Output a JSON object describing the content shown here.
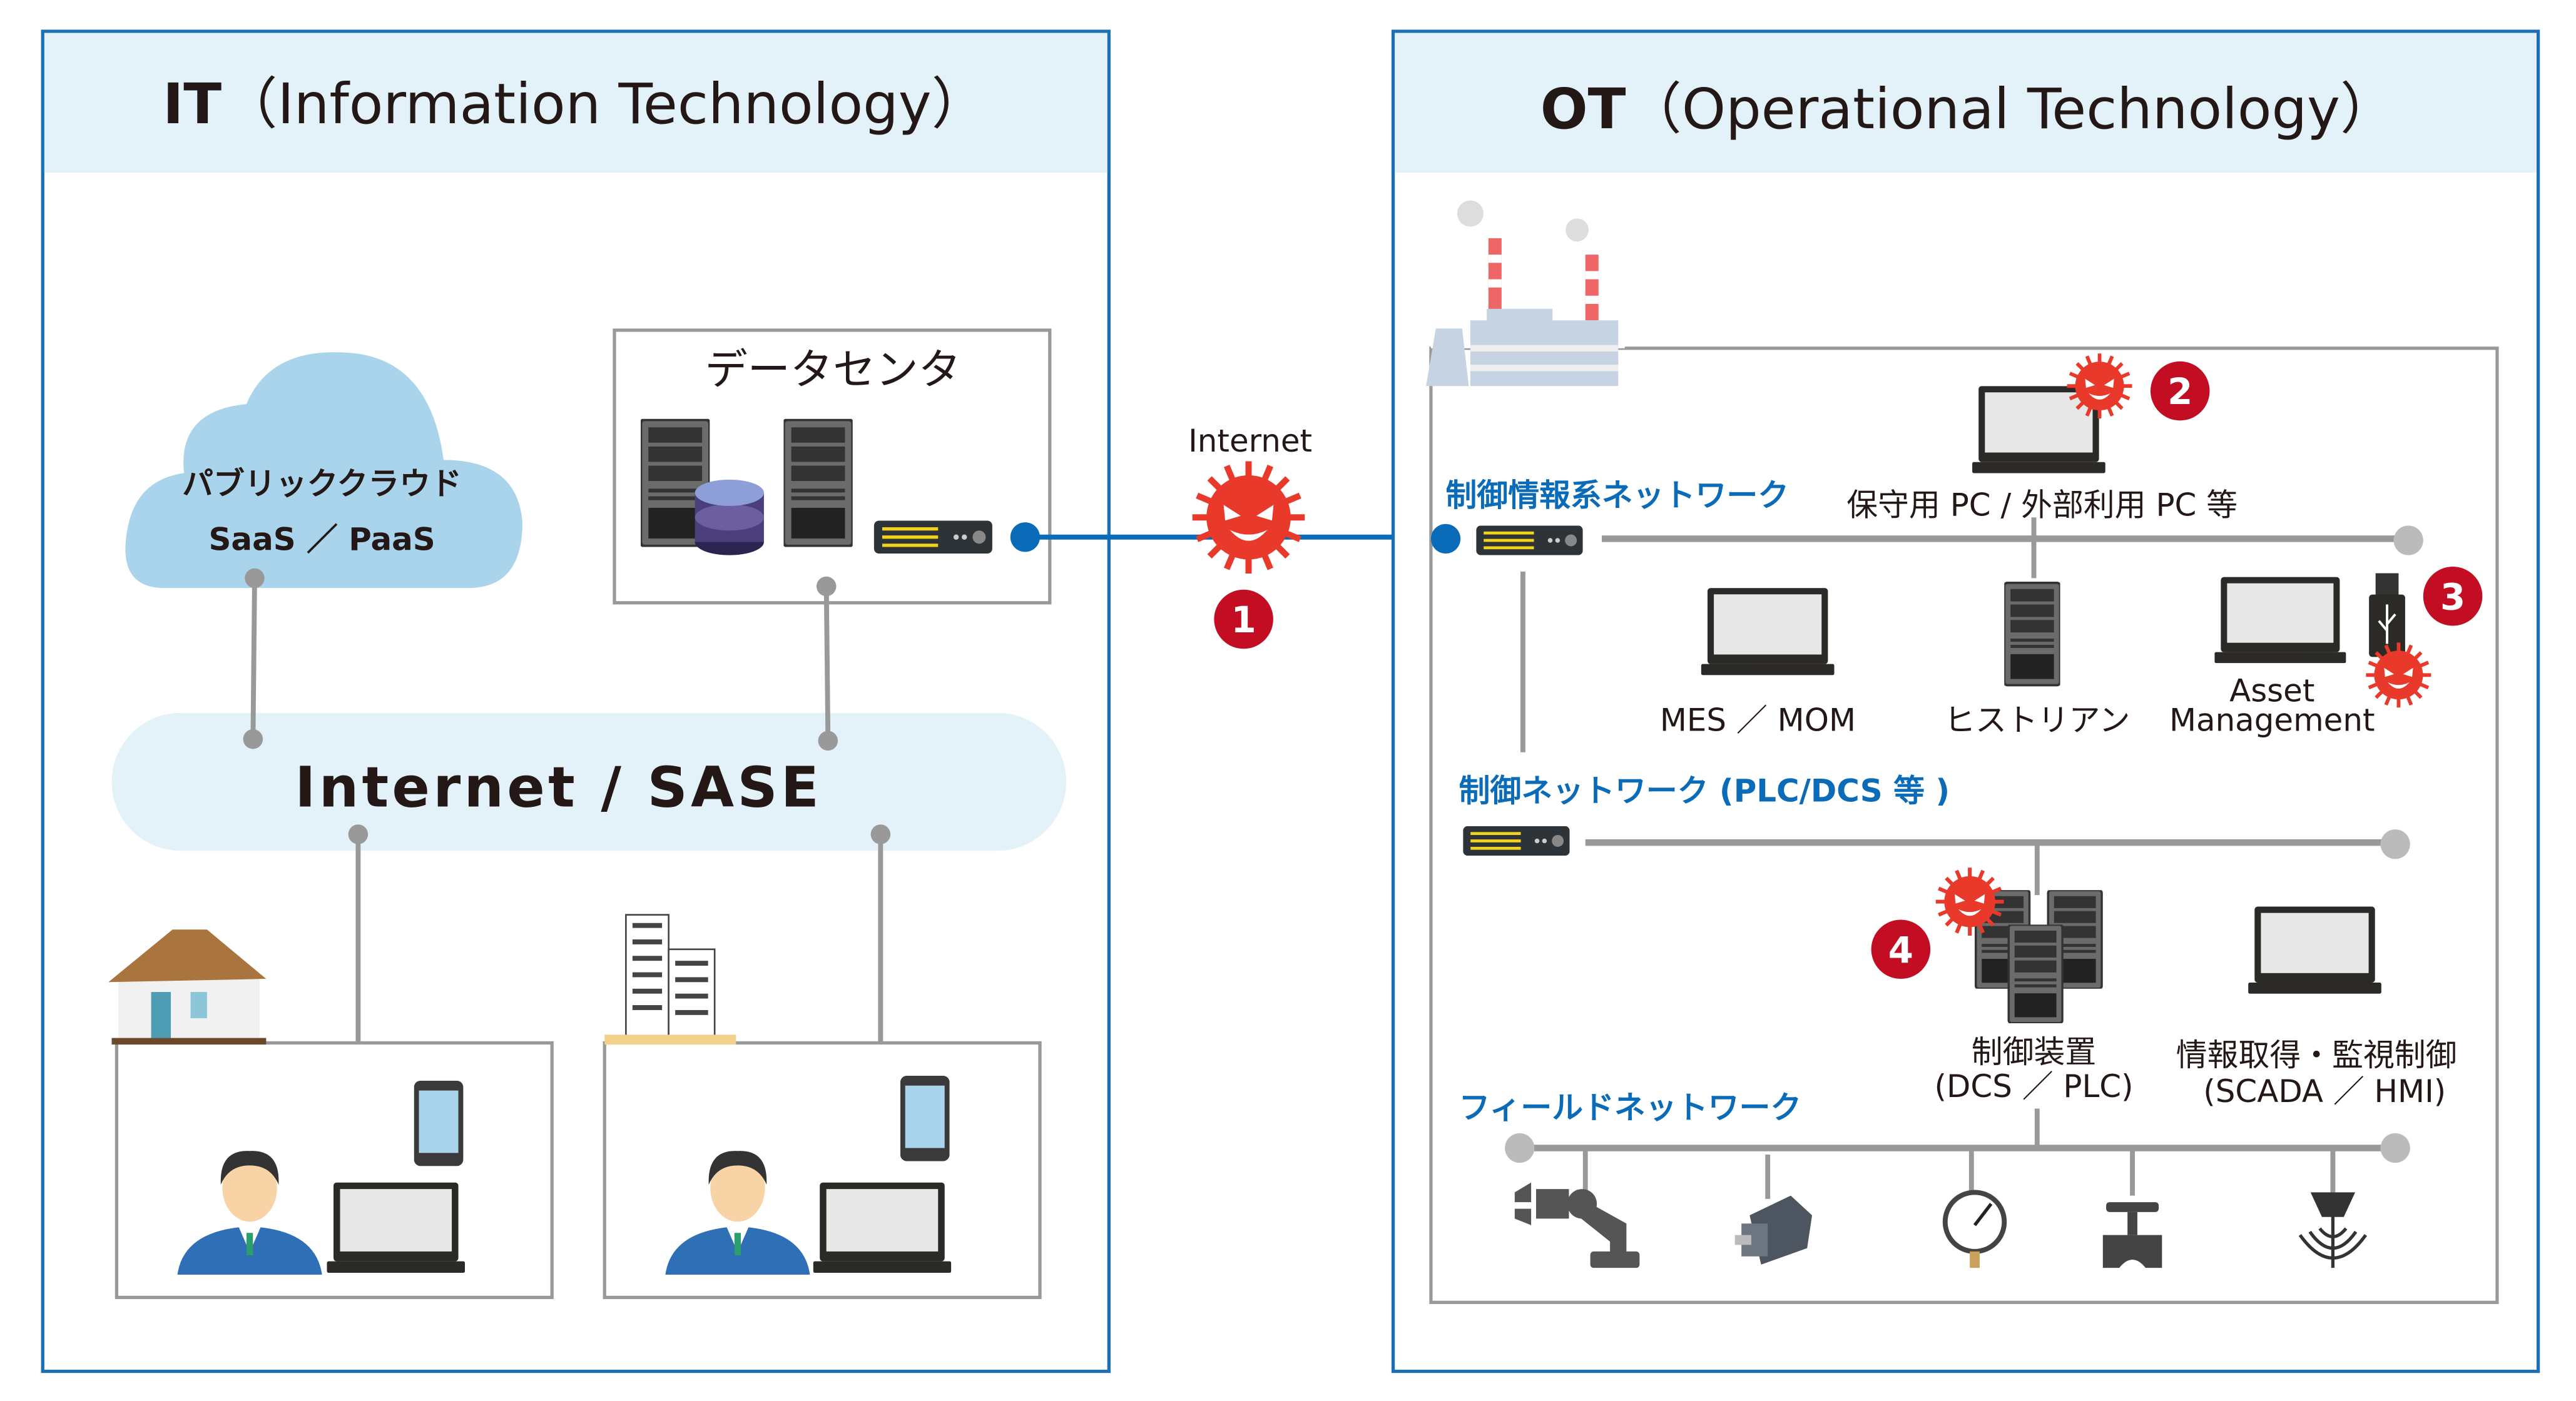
{
  "colors": {
    "panel_border": "#1a6fb5",
    "header_bg": "#e3f1f8",
    "network_blue": "#0a6bb8",
    "threat_red": "#e8392a",
    "badge_red": "#c30d23",
    "line_gray": "#999999"
  },
  "it": {
    "title_bold": "IT",
    "title_rest": "（Information Technology）",
    "cloud": {
      "line1": "パブリッククラウド",
      "line2": "SaaS ／ PaaS"
    },
    "datacenter": {
      "title": "データセンタ"
    },
    "internet_sase": "Internet / SASE"
  },
  "internet": {
    "label": "Internet",
    "badge": "1"
  },
  "ot": {
    "title_bold": "OT",
    "title_rest": "（Operational Technology）",
    "info_network": {
      "label": "制御情報系ネットワーク",
      "maintenance_pc": "保守用 PC / 外部利用 PC 等",
      "badge": "2",
      "mes": "MES ／ MOM",
      "historian": "ヒストリアン",
      "asset_line1": "Asset",
      "asset_line2": "Management",
      "usb_badge": "3"
    },
    "control_network": {
      "label": "制御ネットワーク (PLC/DCS 等 )",
      "controller_line1": "制御装置",
      "controller_line2": "(DCS ／ PLC)",
      "controller_badge": "4",
      "scada_line1": "情報取得・監視制御",
      "scada_line2": "(SCADA ／ HMI)"
    },
    "field_network": {
      "label": "フィールドネットワーク",
      "devices": [
        "robot-arm-icon",
        "servo-motor-icon",
        "pressure-gauge-icon",
        "valve-icon",
        "sensor-icon"
      ]
    }
  }
}
